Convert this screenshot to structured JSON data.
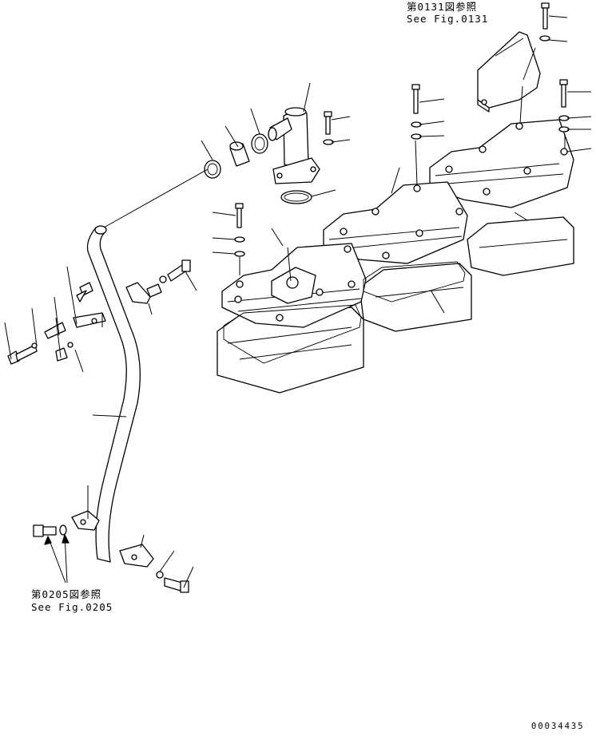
{
  "references": [
    {
      "ja": "第0131図参照",
      "en": "See Fig.0131"
    },
    {
      "ja": "第0205図参照",
      "en": "See Fig.0205"
    }
  ],
  "drawing_number": "00034435"
}
